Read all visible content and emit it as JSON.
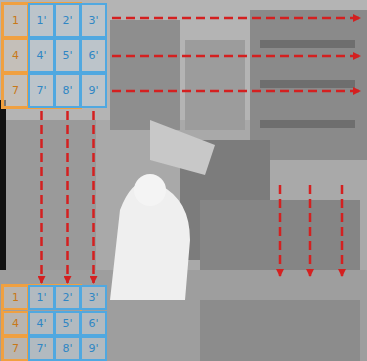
{
  "diagram": {
    "nodes": [
      {
        "text": [
          "1"
        ]
      },
      {
        "text": [
          "1'"
        ]
      },
      {
        "text": [
          "2'"
        ]
      },
      {
        "text": [
          "3'"
        ]
      },
      {
        "text": [
          "4"
        ]
      },
      {
        "text": [
          "4'"
        ]
      },
      {
        "text": [
          "5'"
        ]
      },
      {
        "text": [
          "6'"
        ]
      },
      {
        "text": [
          "7"
        ]
      },
      {
        "text": [
          "7'"
        ]
      },
      {
        "text": [
          "8'"
        ]
      },
      {
        "text": [
          "9'"
        ]
      },
      {
        "text": [
          "1"
        ]
      },
      {
        "text": [
          "1'"
        ]
      },
      {
        "text": [
          "2'"
        ]
      },
      {
        "text": [
          "3'"
        ]
      },
      {
        "text": [
          "4"
        ]
      },
      {
        "text": [
          "4'"
        ]
      },
      {
        "text": [
          "5'"
        ]
      },
      {
        "text": [
          "6'"
        ]
      },
      {
        "text": [
          "7"
        ]
      },
      {
        "text": [
          "7'"
        ]
      },
      {
        "text": [
          "8'"
        ]
      },
      {
        "text": [
          "9'"
        ]
      }
    ],
    "edges": [
      {
        "from": 9,
        "to": 13,
        "arrow": "to"
      },
      {
        "from": 10,
        "to": 14,
        "arrow": "to"
      },
      {
        "from": 11,
        "to": 15,
        "arrow": "to"
      }
    ]
  }
}
